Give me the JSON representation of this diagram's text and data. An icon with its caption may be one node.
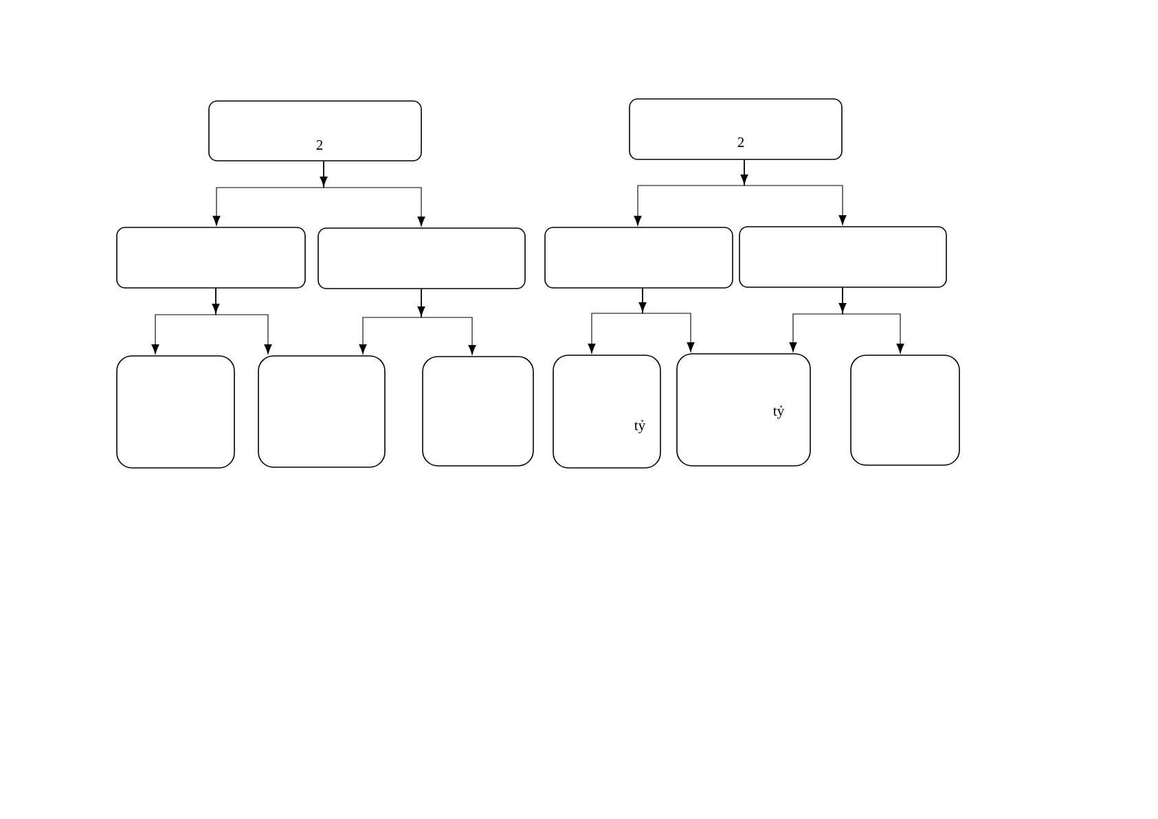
{
  "diagram": {
    "nodes": [
      {
        "text": [
          "2"
        ]
      },
      {
        "text": [],
        "shape": "box"
      },
      {
        "text": [],
        "shape": "box"
      },
      {
        "text": [],
        "shape": "box"
      },
      {
        "text": [],
        "shape": "box"
      },
      {
        "text": [],
        "shape": "box"
      },
      {
        "text": [
          "2"
        ]
      },
      {
        "text": [],
        "shape": "box"
      },
      {
        "text": [],
        "shape": "box"
      },
      {
        "text": [
          "tỷ"
        ]
      },
      {
        "text": [
          "tỷ"
        ]
      },
      {
        "text": [],
        "shape": "box"
      }
    ],
    "edges": [
      {
        "from": 0,
        "to": 1,
        "arrow": "to"
      },
      {
        "from": 0,
        "to": 2,
        "arrow": "to"
      },
      {
        "from": 1,
        "to": 3,
        "arrow": "to"
      },
      {
        "from": 1,
        "to": 4,
        "arrow": "to"
      },
      {
        "from": 2,
        "to": 4,
        "arrow": "to"
      },
      {
        "from": 2,
        "to": 5,
        "arrow": "to"
      },
      {
        "from": 6,
        "to": 7,
        "arrow": "to"
      },
      {
        "from": 6,
        "to": 8,
        "arrow": "to"
      },
      {
        "from": 7,
        "to": 9,
        "arrow": "to"
      },
      {
        "from": 7,
        "to": 10,
        "arrow": "to"
      },
      {
        "from": 8,
        "to": 10,
        "arrow": "to"
      },
      {
        "from": 8,
        "to": 11,
        "arrow": "to"
      }
    ]
  }
}
